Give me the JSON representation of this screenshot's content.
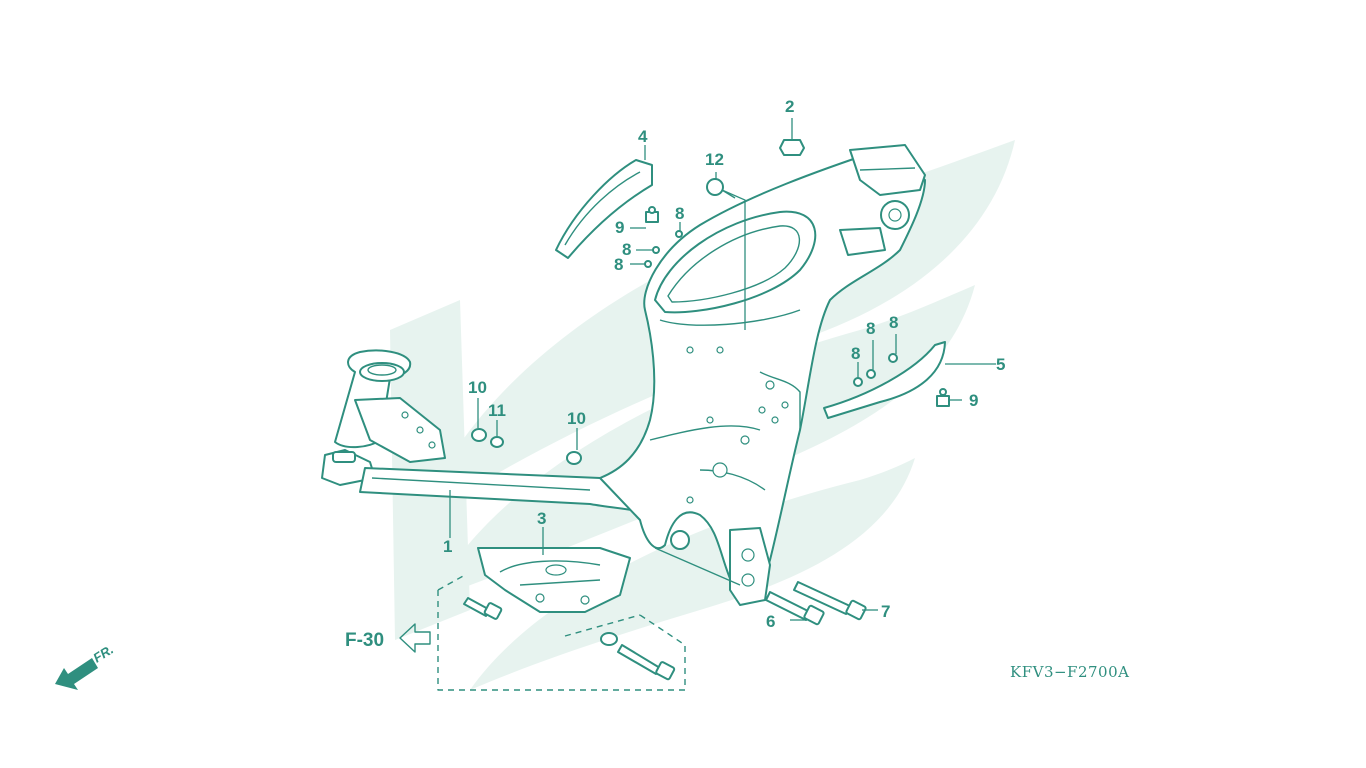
{
  "diagram": {
    "drawing_code": "KFV3−F2700A",
    "reference_label": "F-30",
    "direction_label": "FR.",
    "callouts": {
      "c1": "1",
      "c2": "2",
      "c3": "3",
      "c4": "4",
      "c5": "5",
      "c6": "6",
      "c7": "7",
      "c8a": "8",
      "c8b": "8",
      "c8c": "8",
      "c8d": "8",
      "c8e": "8",
      "c8f": "8",
      "c9a": "9",
      "c9b": "9",
      "c10a": "10",
      "c10b": "10",
      "c11": "11",
      "c12": "12"
    },
    "colors": {
      "line": "#2f8f7f",
      "watermark": "#e7f3ef",
      "background": "#ffffff"
    }
  }
}
